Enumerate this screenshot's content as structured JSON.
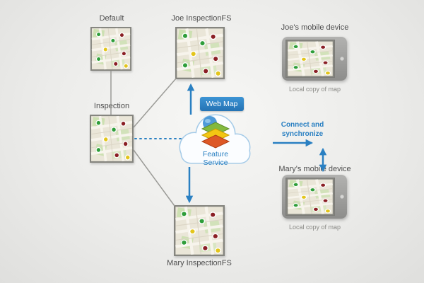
{
  "colors": {
    "accent_blue": "#2a80c2",
    "label_gray": "#4d4d4d",
    "caption_gray": "#8a8a86",
    "connector_gray": "#9b9b97",
    "map_green_dot": "#2f9e3a",
    "map_red_dot": "#8a1f24",
    "map_yellow_dot": "#e3c51b"
  },
  "nodes": {
    "default_label": "Default",
    "joe_fs_label": "Joe InspectionFS",
    "inspection_label": "Inspection",
    "mary_fs_label": "Mary InspectionFS",
    "web_map_label": "Web Map",
    "feature_service_label": "Feature Service",
    "connect_sync_label": "Connect and synchronize",
    "joe_device_label": "Joe's mobile device",
    "joe_device_caption": "Local copy of map",
    "mary_device_label": "Mary's mobile device",
    "mary_device_caption": "Local copy of map"
  },
  "icons": {
    "cloud": "cloud-icon",
    "layers": "layers-stack-icon",
    "globe": "globe-icon",
    "map_thumbnail": "map-thumbnail-icon",
    "tablet": "tablet-device-icon",
    "camera": "camera-dot-icon",
    "arrow": "arrow-connector-icon"
  }
}
